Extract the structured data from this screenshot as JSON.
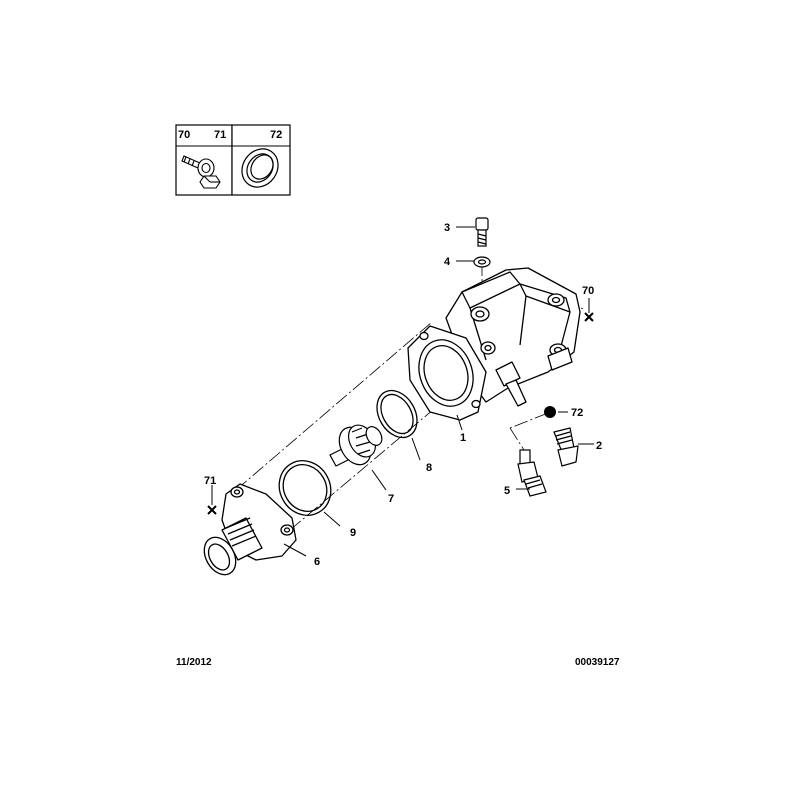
{
  "legend": {
    "box_a": {
      "labels": [
        "70",
        "71"
      ]
    },
    "box_b": {
      "labels": [
        "72"
      ]
    }
  },
  "callouts": {
    "p1": "1",
    "p2": "2",
    "p3": "3",
    "p4": "4",
    "p5": "5",
    "p6": "6",
    "p7": "7",
    "p8": "8",
    "p9": "9",
    "p70": "70",
    "p71": "71",
    "p72": "72"
  },
  "footer": {
    "date": "11/2012",
    "reference": "00039127"
  }
}
